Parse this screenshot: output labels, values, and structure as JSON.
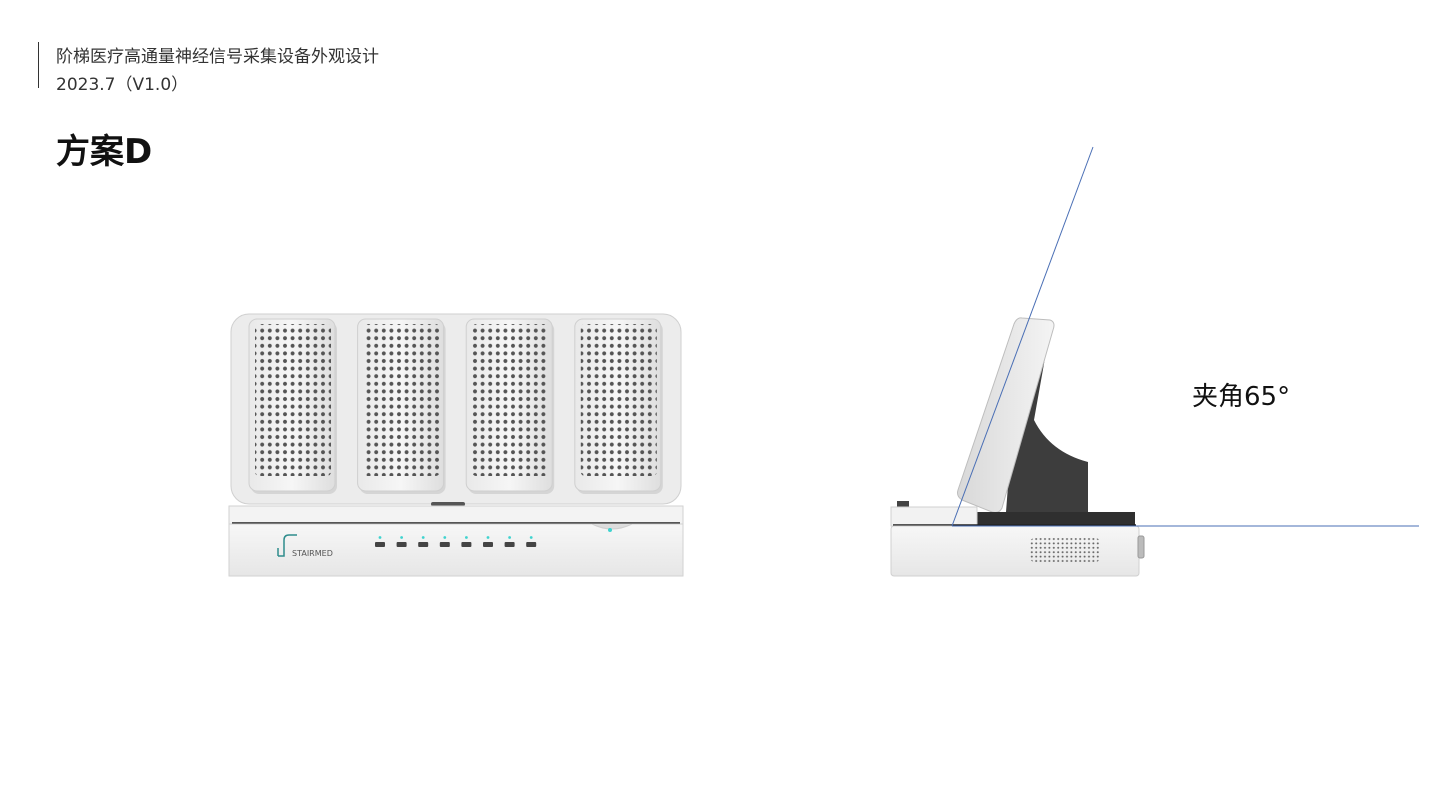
{
  "header": {
    "document_title": "阶梯医疗高通量神经信号采集设备外观设计",
    "version_line": "2023.7（V1.0）"
  },
  "section": {
    "title": "方案D"
  },
  "front_view": {
    "module_count": 4,
    "logo_text": "STAIRMED",
    "indicator_count": 8,
    "indicator_color": "#3fd3cf"
  },
  "side_view": {
    "angle_label": "夹角65°",
    "guide_line_color": "#4a6fb5"
  }
}
